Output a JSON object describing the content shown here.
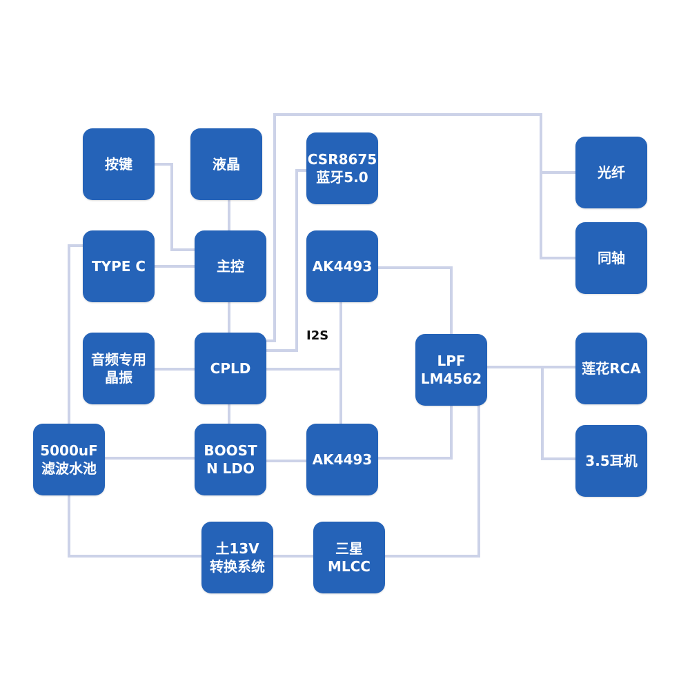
{
  "colors": {
    "box": "#2563b8",
    "wire": "#ccd2e8",
    "text": "#ffffff"
  },
  "blocks": {
    "keys": {
      "l1": "按键",
      "l2": ""
    },
    "lcd": {
      "l1": "液晶",
      "l2": ""
    },
    "csr": {
      "l1": "CSR8675",
      "l2": "蓝牙5.0"
    },
    "optical": {
      "l1": "光纤",
      "l2": ""
    },
    "typec": {
      "l1": "TYPE C",
      "l2": ""
    },
    "mcu": {
      "l1": "主控",
      "l2": ""
    },
    "ak_top": {
      "l1": "AK4493",
      "l2": ""
    },
    "coax": {
      "l1": "同轴",
      "l2": ""
    },
    "osc": {
      "l1": "音频专用",
      "l2": "晶振"
    },
    "cpld": {
      "l1": "CPLD",
      "l2": ""
    },
    "lpf": {
      "l1": "LPF",
      "l2": "LM4562"
    },
    "rca": {
      "l1": "莲花RCA",
      "l2": ""
    },
    "cap": {
      "l1": "5000uF",
      "l2": "滤波水池"
    },
    "boost": {
      "l1": "BOOST",
      "l2": "N LDO"
    },
    "ak_bot": {
      "l1": "AK4493",
      "l2": ""
    },
    "jack": {
      "l1": "3.5耳机",
      "l2": ""
    },
    "conv": {
      "l1": "土13V",
      "l2": "转换系统"
    },
    "mlcc": {
      "l1": "三星",
      "l2": "MLCC"
    }
  },
  "labels": {
    "i2s": "I2S"
  }
}
